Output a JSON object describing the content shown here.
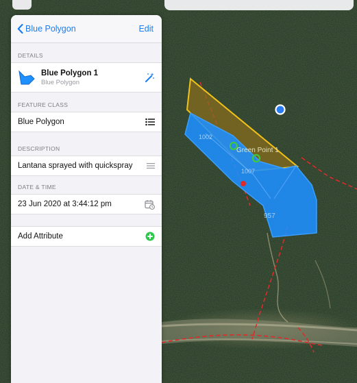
{
  "panel": {
    "nav": {
      "back_label": "Blue Polygon",
      "edit_label": "Edit"
    },
    "details": {
      "section_label": "DETAILS",
      "feature_title": "Blue Polygon 1",
      "feature_subtitle": "Blue Polygon"
    },
    "feature_class": {
      "section_label": "FEATURE CLASS",
      "value": "Blue Polygon"
    },
    "description": {
      "section_label": "DESCRIPTION",
      "value": "Lantana sprayed with quickspray"
    },
    "date_time": {
      "section_label": "DATE & TIME",
      "value": "23 Jun 2020 at 3:44:12 pm"
    },
    "add_attribute_label": "Add Attribute"
  },
  "map": {
    "point_label": "Green Point 1",
    "polygon_labels": [
      "1002",
      "1007",
      "957"
    ]
  },
  "colors": {
    "accent": "#1b7cf0",
    "polygon_blue": "#1e90ff",
    "polygon_yellow": "#f2c21a",
    "point_green": "#3ec93e",
    "track_red": "#e02a2a",
    "add_green": "#2cc84b"
  },
  "icons": {
    "back": "chevron-left-icon",
    "feature": "polygon-icon",
    "magic": "magic-wand-icon",
    "list": "list-icon",
    "lines": "text-lines-icon",
    "calendar": "calendar-clock-icon",
    "add": "plus-circle-icon"
  }
}
